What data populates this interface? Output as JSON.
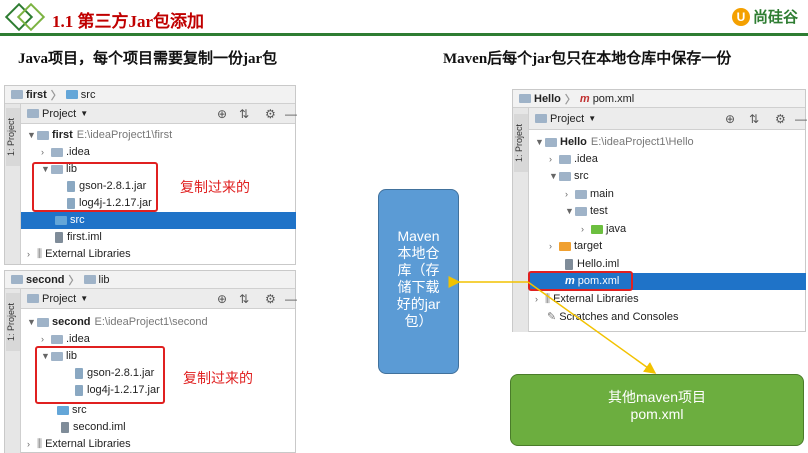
{
  "header": {
    "title": "1.1 第三方Jar包添加",
    "logo_text": "尚硅谷"
  },
  "left_heading": "Java项目，每个项目需要复制一份jar包",
  "right_heading": "Maven后每个jar包只在本地仓库中保存一份",
  "first": {
    "crumb_root": "first",
    "crumb_child": "src",
    "side_tab": "1: Project",
    "toolbar_label": "Project",
    "tree": {
      "root_name": "first",
      "root_path": "E:\\ideaProject1\\first",
      "idea": ".idea",
      "lib": "lib",
      "jar1": "gson-2.8.1.jar",
      "jar2": "log4j-1.2.17.jar",
      "src": "src",
      "iml": "first.iml",
      "ext": "External Libraries"
    },
    "annotation": "复制过来的"
  },
  "second": {
    "crumb_root": "second",
    "crumb_child": "lib",
    "side_tab": "1: Project",
    "toolbar_label": "Project",
    "tree": {
      "root_name": "second",
      "root_path": "E:\\ideaProject1\\second",
      "idea": ".idea",
      "lib": "lib",
      "jar1": "gson-2.8.1.jar",
      "jar2": "log4j-1.2.17.jar",
      "src": "src",
      "iml": "second.iml",
      "ext": "External Libraries"
    },
    "annotation": "复制过来的"
  },
  "hello": {
    "crumb_root": "Hello",
    "crumb_child": "pom.xml",
    "side_tab": "1: Project",
    "toolbar_label": "Project",
    "tree": {
      "root_name": "Hello",
      "root_path": "E:\\ideaProject1\\Hello",
      "idea": ".idea",
      "src": "src",
      "main": "main",
      "test": "test",
      "java": "java",
      "target": "target",
      "iml": "Hello.iml",
      "pom": "pom.xml",
      "ext": "External Libraries",
      "scratches": "Scratches and Consoles"
    }
  },
  "maven_box": {
    "lines": [
      "Maven",
      "本地仓",
      "库（存",
      "储下载",
      "好的jar",
      "包）"
    ]
  },
  "other_box": {
    "line1": "其他maven项目",
    "line2": "pom.xml"
  },
  "colors": {
    "title_red": "#c00000",
    "accent_green": "#2e7d32",
    "selection_blue": "#1f73c8",
    "annotation_red": "#e02020",
    "maven_blue": "#5b9bd5",
    "other_green": "#6cae3f",
    "arrow_yellow": "#f2c200"
  },
  "icons": [
    "diamond-logo-icon",
    "folder-icon",
    "jar-icon",
    "gear-icon",
    "target-icon",
    "collapse-icon",
    "minimize-icon",
    "maven-m-icon",
    "chevron-down-icon"
  ]
}
